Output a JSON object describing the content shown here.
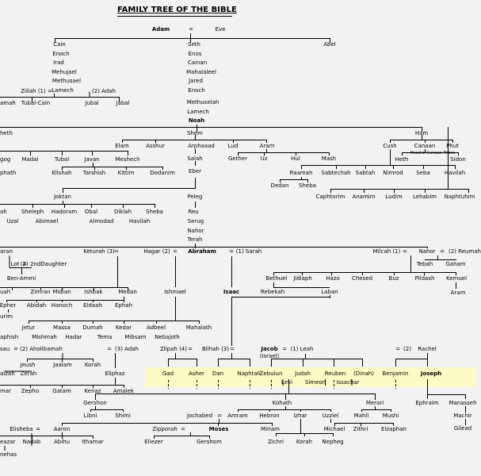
{
  "title": "FAMILY TREE OF THE BIBLE",
  "highlight_color": "#fdfbc4",
  "line_color": "#000000",
  "names": {
    "adam": "Adam",
    "eq1": "=",
    "eve": "Eve",
    "cain": "Cain",
    "enoch_c": "Enoch",
    "irad": "Irad",
    "mehujael": "Mehujael",
    "methusael": "Methusael",
    "lamech_c": "Lamech",
    "zillah1": "Zillah (1)",
    "eq2": "=",
    "two_adah": "(2) Adah",
    "naamah": "amah",
    "tubal_cain": "Tubal-Cain",
    "jubal": "Jubal",
    "jabal": "Jabal",
    "abel": "Abel",
    "seth": "Seth",
    "enos": "Enos",
    "cainan": "Cainan",
    "mahalaleel": "Mahalaleel",
    "jared": "Jared",
    "enoch_s": "Enoch",
    "methuselah": "Methuselah",
    "lamech_s": "Lamech",
    "noah": "Noah",
    "japheth": "heth",
    "shem": "Shem",
    "ham": "Ham",
    "gog": "gog",
    "madai": "Madai",
    "tubal": "Tubal",
    "javan": "Javan",
    "meshech": "Meshech",
    "phath": "phath",
    "elishah": "Elishah",
    "tarshish": "Tarshish",
    "kittim": "Kittim",
    "dodanim": "Dodanim",
    "elam": "Elam",
    "asshur": "Asshur",
    "arphaxad": "Arphaxad",
    "lud": "Lud",
    "aram": "Aram",
    "salah": "Salah",
    "eber": "Eber",
    "gether": "Gether",
    "uz": "Uz",
    "hul": "Hul",
    "mash": "Mash",
    "cush": "Cush",
    "canaan": "Canaan",
    "phut": "Phut",
    "canaan_note": "Head of Canaan Tribes",
    "heth": "Heth",
    "sidon": "Sidon",
    "seba": "Seba",
    "havilah_h": "Havilah",
    "nimrod": "Nimrod",
    "raamah": "Raamah",
    "sabtechah": "Sabtechah",
    "sabtah": "Sabtah",
    "dedan": "Dedan",
    "sheba_r": "Sheba",
    "caphtorim": "Caphtorim",
    "anamim": "Anamim",
    "ludim": "Ludim",
    "lehabim": "Lehabim",
    "naphtuhim": "Naphtuhim",
    "joktan": "Joktan",
    "peleg": "Peleg",
    "ah": "ah",
    "sheleph": "Sheleph",
    "hadoram": "Hadoram",
    "obal": "Obal",
    "diklah": "Diklah",
    "sheba_j": "Sheba",
    "uzal": "Uzal",
    "abimael": "Abimael",
    "almodad": "Almodad",
    "havilah_j": "Havilah",
    "reu": "Reu",
    "serug": "Serug",
    "nahor_p": "Nahor",
    "terah": "Terah",
    "haran": "aran",
    "keturah3": "Keturah (3)",
    "eq3": "=",
    "hagar2": "Hagar (2)",
    "eq4": "=",
    "abraham": "Abraham",
    "eq5": "=",
    "sarah1": "(1) Sarah",
    "milcah1": "Milcah (1)",
    "eq6": "=",
    "nahor_t": "Nahor",
    "eq7": "=",
    "reumah2": "(2) Reumah",
    "lot": "Lot",
    "eq8": "=",
    "two_ndaughter": "(2) 2ndDaughter",
    "ben_ammi": "Ben-Ammi",
    "tebah": "Tebah",
    "gaham": "Gaham",
    "bethuel": "Bethuel",
    "jidlaph": "Jidlaph",
    "hazo": "Hazo",
    "chesed": "Chesed",
    "buz": "Buz",
    "pildash": "Pildash",
    "kemuel": "Kemuel",
    "aram_k": "Aram",
    "shuah": "uah",
    "zimran": "Zimran",
    "midian": "Midian",
    "ishbak": "Ishbak",
    "medan": "Medan",
    "ishmael": "Ishmael",
    "isaac": "Isaac",
    "rebekah": "Rebekah",
    "laban": "Laban",
    "epher": "Epher",
    "abidah": "Abidah",
    "hanoch_m": "Hanoch",
    "eldaah": "Eldaah",
    "ephah": "Ephah",
    "ashurim": "urim",
    "jetur": "Jetur",
    "massa": "Massa",
    "dumah": "Dumah",
    "kedar": "Kedar",
    "adbeel": "Adbeel",
    "mahalath": "Mahalath",
    "naphish": "aphish",
    "mishmah": "Mishmah",
    "hadar": "Hadar",
    "tema": "Tema",
    "mibsam": "Mibsam",
    "nebajoth": "Nebajoth",
    "esau": "sau",
    "eq9": "=",
    "aholibamah2": "(2) Aholibamah",
    "eq10": "=",
    "adah3": "(3) Adah",
    "zilpah4": "Zilpah (4)",
    "eq11": "=",
    "bilhah3": "Bilhah (3)",
    "eq12": "=",
    "jacob": "Jacob",
    "israel": "(Israel)",
    "eq13": "=",
    "leah1": "(1) Leah",
    "eq14": "=",
    "rachel2": "(2)",
    "rachel": "Rachel",
    "jeush": "Jeush",
    "jaalam": "Jaalam",
    "korah_e": "Korah",
    "eliphaz": "Eliphaz",
    "zillah_e": "alzah",
    "zerah": "Zerah",
    "gad": "Gad",
    "asher": "Asher",
    "dan": "Dan",
    "naphtali": "Naphtali",
    "zebulun": "Zebulun",
    "judah": "Judah",
    "reuben": "Reuben",
    "dinah": "(Dinah)",
    "benjamin": "Benjamin",
    "joseph": "Joseph",
    "levi": "Levi",
    "simeon": "Simeon",
    "issachar": "Issachar",
    "omar": "mar",
    "zepho": "Zepho",
    "gatam": "Gatam",
    "kenaz": "Kenaz",
    "amalek": "Amalek",
    "ephraim": "Ephraim",
    "manasseh": "Manasseh",
    "machir": "Machir",
    "gilead": "Gilead",
    "gershon": "Gershon",
    "kohath": "Kohath",
    "merari": "Merari",
    "libni": "Libni",
    "shimi": "Shimi",
    "jochabed": "Jochabed",
    "eq15": "=",
    "amram": "Amram",
    "hebron": "Hebron",
    "izhar": "Izhar",
    "uzziel": "Uzziel",
    "mahli": "Mahli",
    "mushi": "Mushi",
    "elisheba": "Elisheba",
    "eq16": "=",
    "aaron": "Aaron",
    "zipporah": "Zipporah",
    "eq17": "=",
    "moses": "Moses",
    "miriam": "Miriam",
    "michael": "Michael",
    "zithri": "Zithri",
    "elzaphan": "Elzaphan",
    "eleazar": "eazar",
    "nadab": "Nadab",
    "abihu": "Abihu",
    "ithamar": "Ithamar",
    "eliezer": "Eliezer",
    "gershom": "Gershom",
    "zichri": "Zichri",
    "korah_i": "Korah",
    "nepheg": "Nepheg",
    "phinehas": "nehas"
  }
}
